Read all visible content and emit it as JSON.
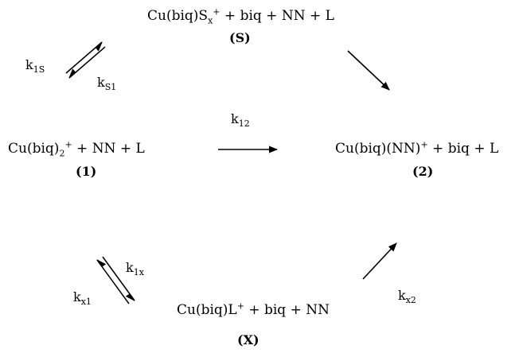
{
  "species": {
    "S": {
      "formula": {
        "prefix": "Cu(biq)S",
        "sub": "x",
        "sup": "+",
        "rest": " + biq + NN + L"
      },
      "label": "(S)"
    },
    "one": {
      "formula": {
        "prefix": "Cu(biq)",
        "sub": "2",
        "sup": "+",
        "rest": " + NN + L"
      },
      "label": "(1)"
    },
    "two": {
      "formula": {
        "prefix": "Cu(biq)(NN)",
        "sup": "+",
        "rest": " + biq + L"
      },
      "label": "(2)"
    },
    "X": {
      "formula": {
        "prefix": "Cu(biq)L",
        "sup": "+",
        "rest": " + biq + NN"
      },
      "label": "(X)"
    }
  },
  "rate_constants": {
    "k1S": {
      "base": "k",
      "sub": "1S"
    },
    "kS1": {
      "base": "k",
      "sub": "S1"
    },
    "k12": {
      "base": "k",
      "sub": "12"
    },
    "k1x": {
      "base": "k",
      "sub": "1x"
    },
    "kx1": {
      "base": "k",
      "sub": "x1"
    },
    "kx2": {
      "base": "k",
      "sub": "x2"
    }
  }
}
